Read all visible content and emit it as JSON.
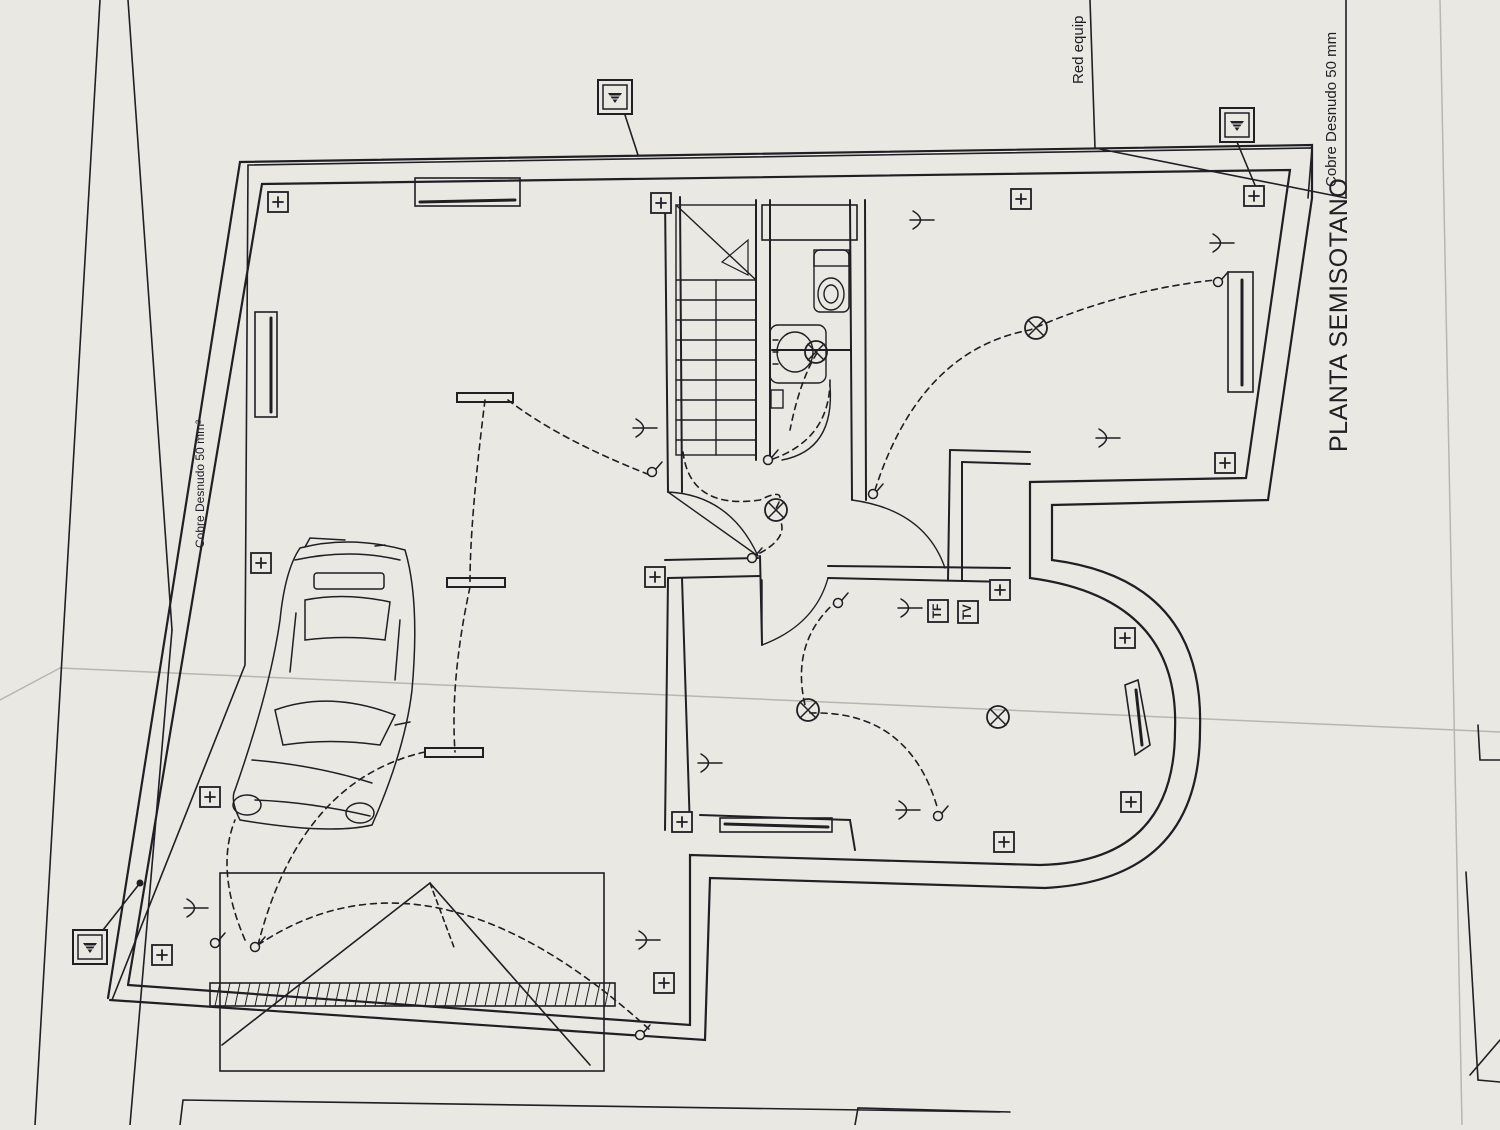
{
  "plan": {
    "title": "PLANTA SEMISOTANO",
    "grounding_label_left": "Cobre Desnudo 50 mm²",
    "grounding_label_right": "Cobre Desnudo 50 mm",
    "network_label": "Red equip",
    "tele_outlets": [
      "TF",
      "TV"
    ]
  },
  "colors": {
    "paper": "#e9e8e3",
    "ink": "#1f1f24"
  }
}
